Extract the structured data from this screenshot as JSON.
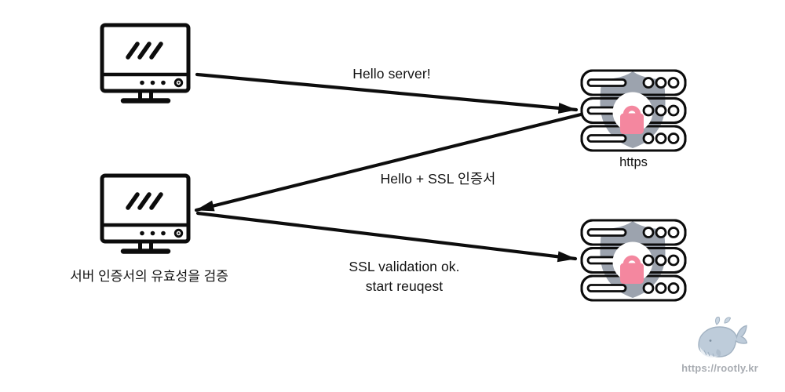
{
  "flows": [
    {
      "from": "client",
      "to": "server",
      "label": "Hello server!"
    },
    {
      "from": "server",
      "to": "client",
      "label": "Hello + SSL 인증서"
    },
    {
      "from": "client",
      "to": "server",
      "label": "SSL validation ok.",
      "label2": "start reuqest"
    }
  ],
  "nodes": {
    "client_top": {
      "icon": "monitor-icon"
    },
    "server_top": {
      "icon": "secure-server-icon",
      "caption": "https"
    },
    "client_bottom": {
      "icon": "monitor-icon",
      "caption": "서버 인증서의 유효성을 검증"
    },
    "server_bottom": {
      "icon": "secure-server-icon"
    }
  },
  "watermark": {
    "icon": "whale-icon",
    "url": "https://rootly.kr"
  },
  "colors": {
    "text": "#121212",
    "arrow": "#0d0d0d",
    "shield": "#9CA3AE",
    "lock": "#F4879F",
    "whale_body": "#BECCDA",
    "whale_outline": "#A2B2C2",
    "watermark_text": "#A8ACB2"
  }
}
